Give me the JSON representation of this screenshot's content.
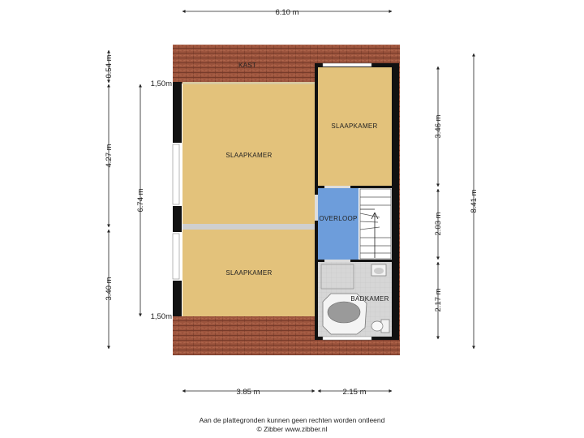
{
  "rooms": {
    "bedroom_left_top": "SLAAPKAMER",
    "bedroom_right_top": "SLAAPKAMER",
    "bedroom_left_bottom": "SLAAPKAMER",
    "landing": "OVERLOOP",
    "bathroom": "BADKAMER",
    "closet": "KAST"
  },
  "dimensions": {
    "top_width": "6.10 m",
    "bottom_left": "3.85 m",
    "bottom_right": "2.15 m",
    "left_top": "0.54 m",
    "left_mid": "4.27 m",
    "left_bottom": "3.40 m",
    "left_inner": "6.74 m",
    "right_top": "3.46 m",
    "right_mid": "2.03 m",
    "right_bottom": "2.17 m",
    "right_total": "8.41 m",
    "height_top": "1,50m",
    "height_bottom": "1,50m"
  },
  "footer": {
    "line1": "Aan de plattegronden kunnen geen rechten worden ontleend",
    "line2": "© Zibber www.zibber.nl"
  },
  "colors": {
    "room_fill": "#e3c27b",
    "landing_fill": "#6d9ddb",
    "bath_fill": "#d4d4d4",
    "roof_tile": "#a0573f",
    "wall": "#111111"
  }
}
